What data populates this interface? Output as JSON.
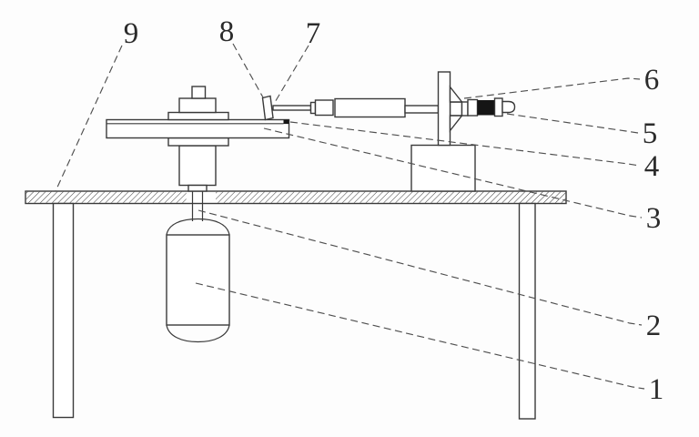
{
  "diagram": {
    "type": "apparatus-line-drawing",
    "colors": {
      "line": "#3a3a3a",
      "leader": "#4f4f4f",
      "solid_fill": "#151515",
      "background": "#fdfdfd"
    },
    "callouts": [
      {
        "label": "1"
      },
      {
        "label": "2"
      },
      {
        "label": "3"
      },
      {
        "label": "4"
      },
      {
        "label": "5"
      },
      {
        "label": "6"
      },
      {
        "label": "7"
      },
      {
        "label": "8"
      },
      {
        "label": "9"
      }
    ]
  }
}
